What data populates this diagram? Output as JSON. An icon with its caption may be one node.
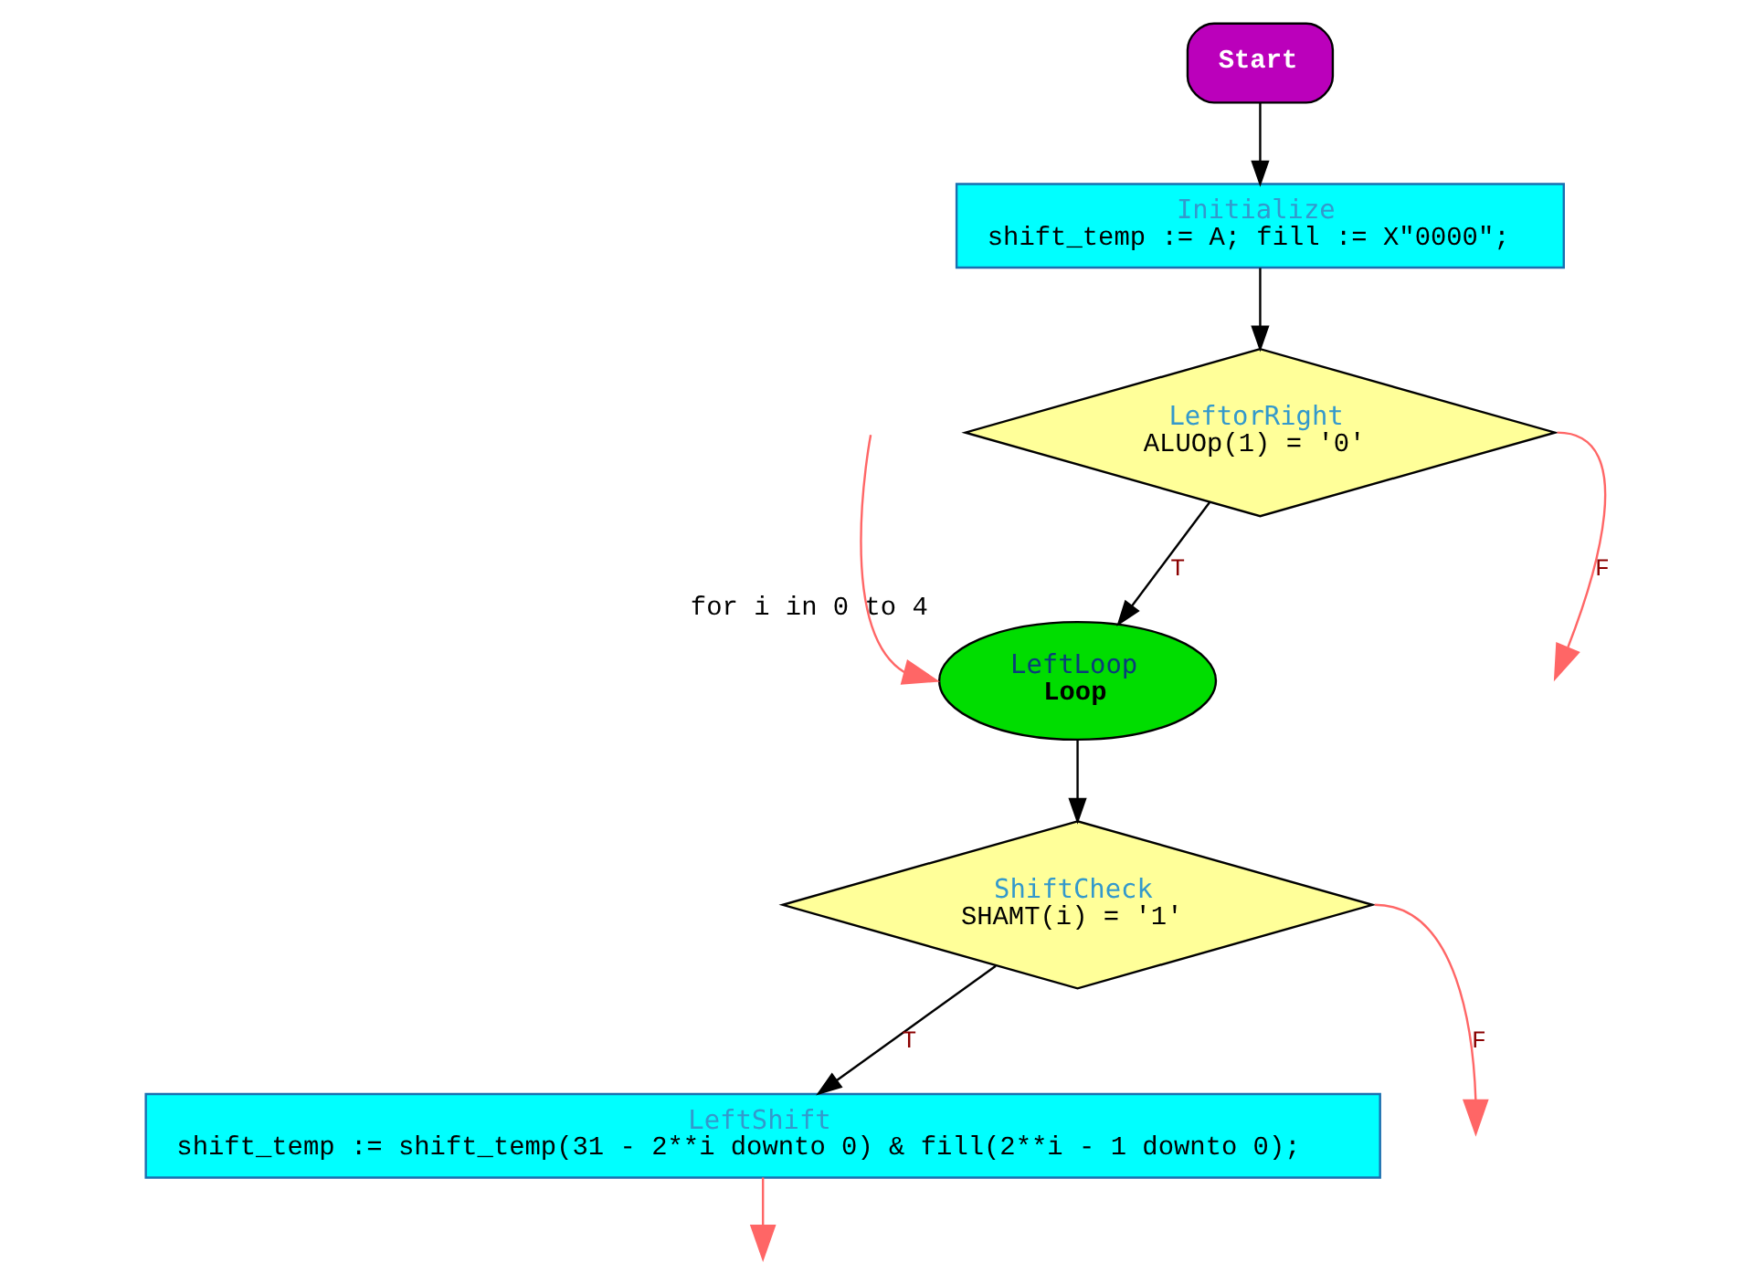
{
  "diagram": {
    "nodes": [
      {
        "text": [
          "Start"
        ]
      },
      {
        "text": [
          "Initialize",
          "shift_temp := A; fill := X\"0000\";"
        ]
      },
      {
        "text": [
          "LeftorRight",
          "ALUOp(1) = '0'"
        ]
      },
      {
        "text": [
          "LeftLoop",
          "Loop"
        ],
        "beside": [
          "for i in 0 to 4"
        ]
      },
      {
        "text": [
          "ShiftCheck",
          "SHAMT(i) = '1'"
        ]
      },
      {
        "text": [
          "LeftShift",
          "shift_temp := shift_temp(31 - 2**i downto 0) & fill(2**i - 1 downto 0);"
        ]
      }
    ],
    "edges": [
      {
        "from": 0,
        "to": 1,
        "arrow": "to"
      },
      {
        "from": 1,
        "to": 2,
        "arrow": "to"
      },
      {
        "from": 2,
        "to": 3,
        "arrow": "to",
        "label": "T"
      },
      {
        "from": 2,
        "to": null,
        "arrow": "to",
        "label": "F",
        "color": "#ff6666"
      },
      {
        "from": null,
        "to": 3,
        "arrow": "to",
        "color": "#ff6666"
      },
      {
        "from": 3,
        "to": 4,
        "arrow": "to"
      },
      {
        "from": 4,
        "to": 5,
        "arrow": "to",
        "label": "T"
      },
      {
        "from": 4,
        "to": null,
        "arrow": "to",
        "label": "F",
        "color": "#ff6666"
      },
      {
        "from": 5,
        "to": null,
        "arrow": "to",
        "color": "#ff6666"
      }
    ]
  }
}
